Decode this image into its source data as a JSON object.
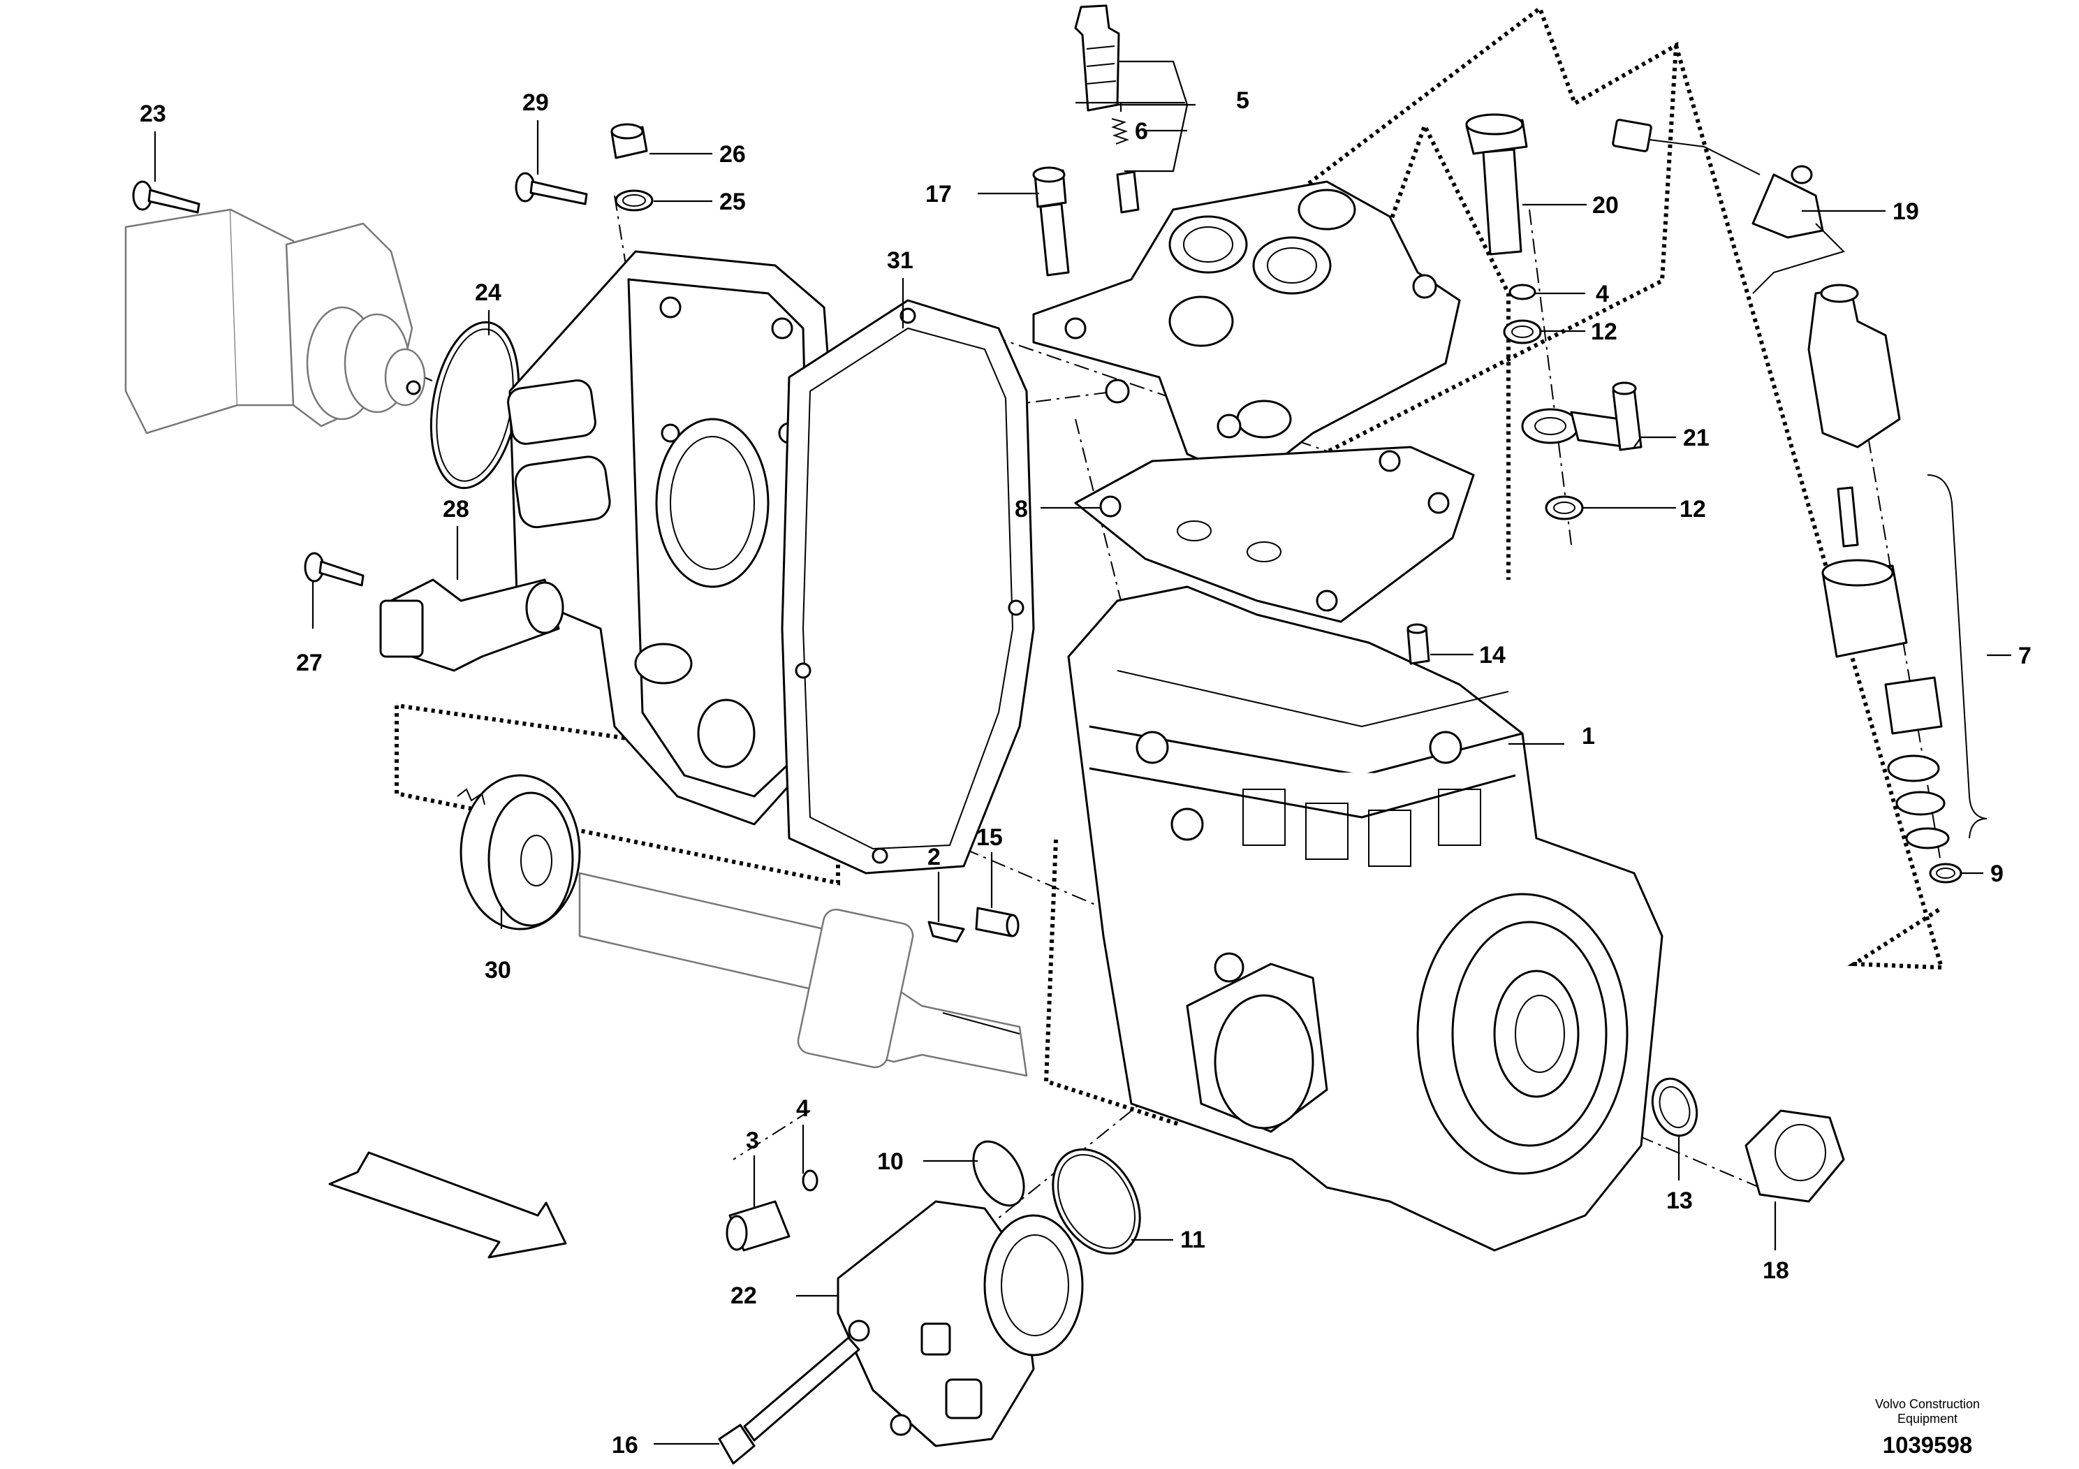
{
  "parts": [
    {
      "id": "1",
      "label": "1"
    },
    {
      "id": "2",
      "label": "2"
    },
    {
      "id": "3",
      "label": "3"
    },
    {
      "id": "4a",
      "label": "4"
    },
    {
      "id": "4b",
      "label": "4"
    },
    {
      "id": "5",
      "label": "5"
    },
    {
      "id": "6",
      "label": "6"
    },
    {
      "id": "7",
      "label": "7"
    },
    {
      "id": "8",
      "label": "8"
    },
    {
      "id": "9",
      "label": "9"
    },
    {
      "id": "10",
      "label": "10"
    },
    {
      "id": "11",
      "label": "11"
    },
    {
      "id": "12a",
      "label": "12"
    },
    {
      "id": "12b",
      "label": "12"
    },
    {
      "id": "13",
      "label": "13"
    },
    {
      "id": "14",
      "label": "14"
    },
    {
      "id": "15",
      "label": "15"
    },
    {
      "id": "16",
      "label": "16"
    },
    {
      "id": "17",
      "label": "17"
    },
    {
      "id": "18",
      "label": "18"
    },
    {
      "id": "19",
      "label": "19"
    },
    {
      "id": "20",
      "label": "20"
    },
    {
      "id": "21",
      "label": "21"
    },
    {
      "id": "22",
      "label": "22"
    },
    {
      "id": "23",
      "label": "23"
    },
    {
      "id": "24",
      "label": "24"
    },
    {
      "id": "25",
      "label": "25"
    },
    {
      "id": "26",
      "label": "26"
    },
    {
      "id": "27",
      "label": "27"
    },
    {
      "id": "28",
      "label": "28"
    },
    {
      "id": "29",
      "label": "29"
    },
    {
      "id": "30",
      "label": "30"
    },
    {
      "id": "31",
      "label": "31"
    }
  ],
  "footer": {
    "brand": "Volvo Construction\nEquipment",
    "drawing_number": "1039598"
  }
}
